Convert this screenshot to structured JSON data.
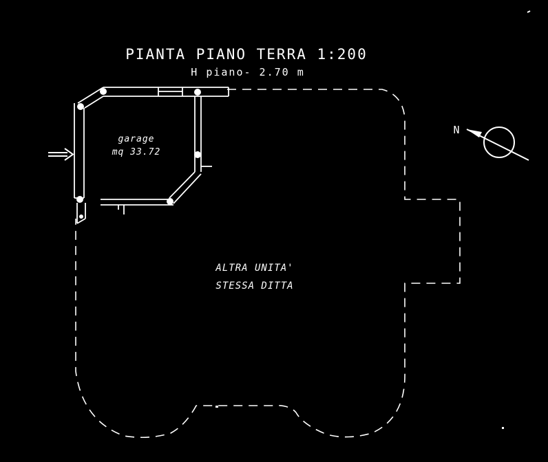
{
  "header": {
    "title": "PIANTA PIANO TERRA 1:200",
    "subtitle": "H piano- 2.70 m"
  },
  "garage": {
    "name": "garage",
    "area": "mq 33.72"
  },
  "other_unit": {
    "line1": "ALTRA UNITA'",
    "line2": "STESSA DITTA"
  },
  "north_arrow": {
    "label": "N",
    "icon": "north-arrow-icon"
  },
  "entrance": {
    "icon": "entrance-arrow-icon"
  },
  "colors": {
    "background": "#000000",
    "ink": "#ffffff"
  }
}
